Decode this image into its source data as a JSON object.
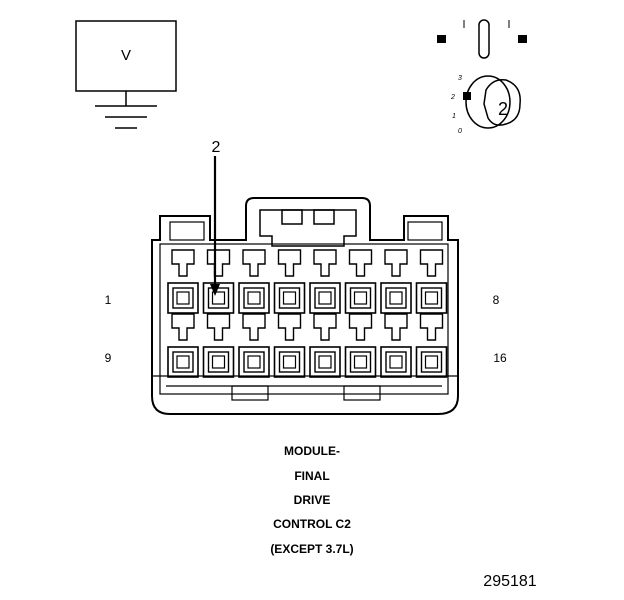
{
  "meter": {
    "symbol": "V"
  },
  "key_switch": {
    "positions": [
      "3",
      "2",
      "1",
      "0"
    ],
    "selected_position": "2",
    "key_label": "2"
  },
  "connector": {
    "probe_pin": "2",
    "pin_labels": {
      "top_left": "1",
      "top_right": "8",
      "bottom_left": "9",
      "bottom_right": "16"
    },
    "pins_per_row": 8,
    "rows": 2,
    "caption_lines": [
      "MODULE-",
      "FINAL",
      "DRIVE",
      "CONTROL C2",
      "(EXCEPT 3.7L)"
    ]
  },
  "figure_number": "295181"
}
